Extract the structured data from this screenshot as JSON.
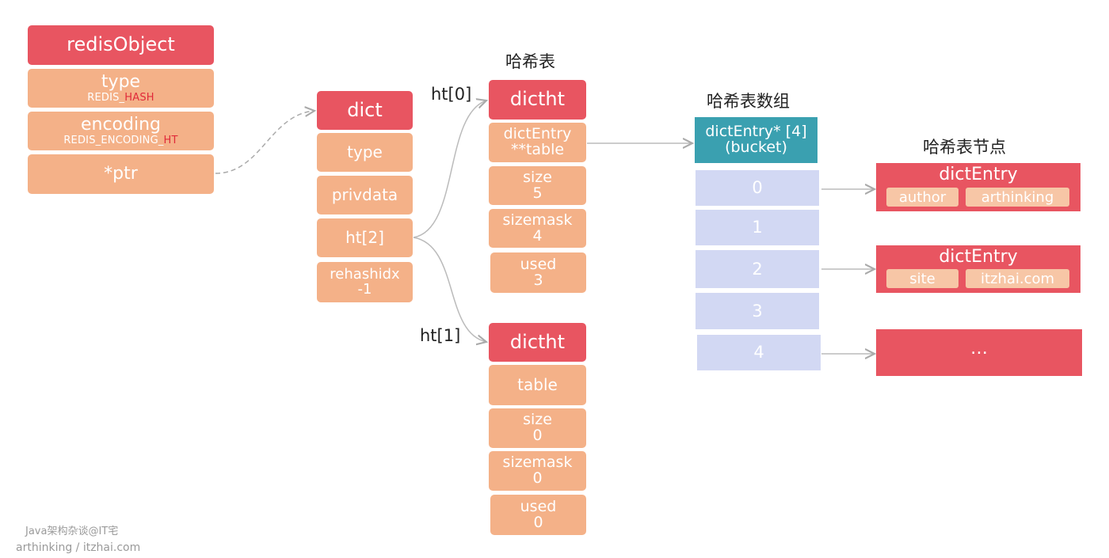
{
  "redis_object": {
    "title": "redisObject",
    "type_label": "type",
    "type_value_prefix": "REDIS_",
    "type_value_highlight": "HASH",
    "encoding_label": "encoding",
    "encoding_value_prefix": "REDIS_ENCODING_",
    "encoding_value_highlight": "HT",
    "ptr_label": "*ptr"
  },
  "dict": {
    "title": "dict",
    "fields": [
      "type",
      "privdata",
      "ht[2]"
    ],
    "rehashidx_label": "rehashidx",
    "rehashidx_value": "-1"
  },
  "hash_table_heading": "哈希表",
  "ht0": {
    "label": "ht[0]",
    "title": "dictht",
    "table_line1": "dictEntry",
    "table_line2": "**table",
    "size_label": "size",
    "size_value": "5",
    "sizemask_label": "sizemask",
    "sizemask_value": "4",
    "used_label": "used",
    "used_value": "3"
  },
  "ht1": {
    "label": "ht[1]",
    "title": "dictht",
    "table_label": "table",
    "size_label": "size",
    "size_value": "0",
    "sizemask_label": "sizemask",
    "sizemask_value": "0",
    "used_label": "used",
    "used_value": "0"
  },
  "bucket_array": {
    "heading": "哈希表数组",
    "head_line1": "dictEntry* [4]",
    "head_line2": "(bucket)",
    "indexes": [
      "0",
      "1",
      "2",
      "3",
      "4"
    ]
  },
  "nodes": {
    "heading": "哈希表节点",
    "entry1": {
      "title": "dictEntry",
      "key": "author",
      "value": "arthinking"
    },
    "entry2": {
      "title": "dictEntry",
      "key": "site",
      "value": "itzhai.com"
    },
    "more": "…"
  },
  "footer": {
    "line1": "Java架构杂谈@IT宅",
    "line2": "arthinking / itzhai.com"
  },
  "colors": {
    "header_red": "#e85561",
    "field_orange": "#f4b188",
    "bucket_teal": "#3aa0b0",
    "bucket_lavender": "#d2d8f3",
    "highlight_red": "#e02a3a"
  }
}
